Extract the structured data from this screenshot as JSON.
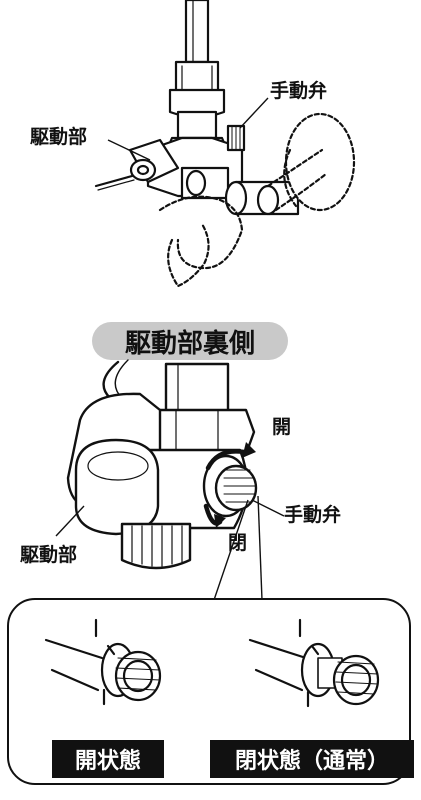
{
  "top_view": {
    "label_manual_valve": "手動弁",
    "label_actuator": "駆動部"
  },
  "back_view": {
    "heading": "駆動部裏側",
    "label_open": "開",
    "label_closed": "閉",
    "label_manual_valve": "手動弁",
    "label_actuator": "駆動部"
  },
  "detail": {
    "open_state": "開状態",
    "closed_state": "閉状態（通常）"
  }
}
